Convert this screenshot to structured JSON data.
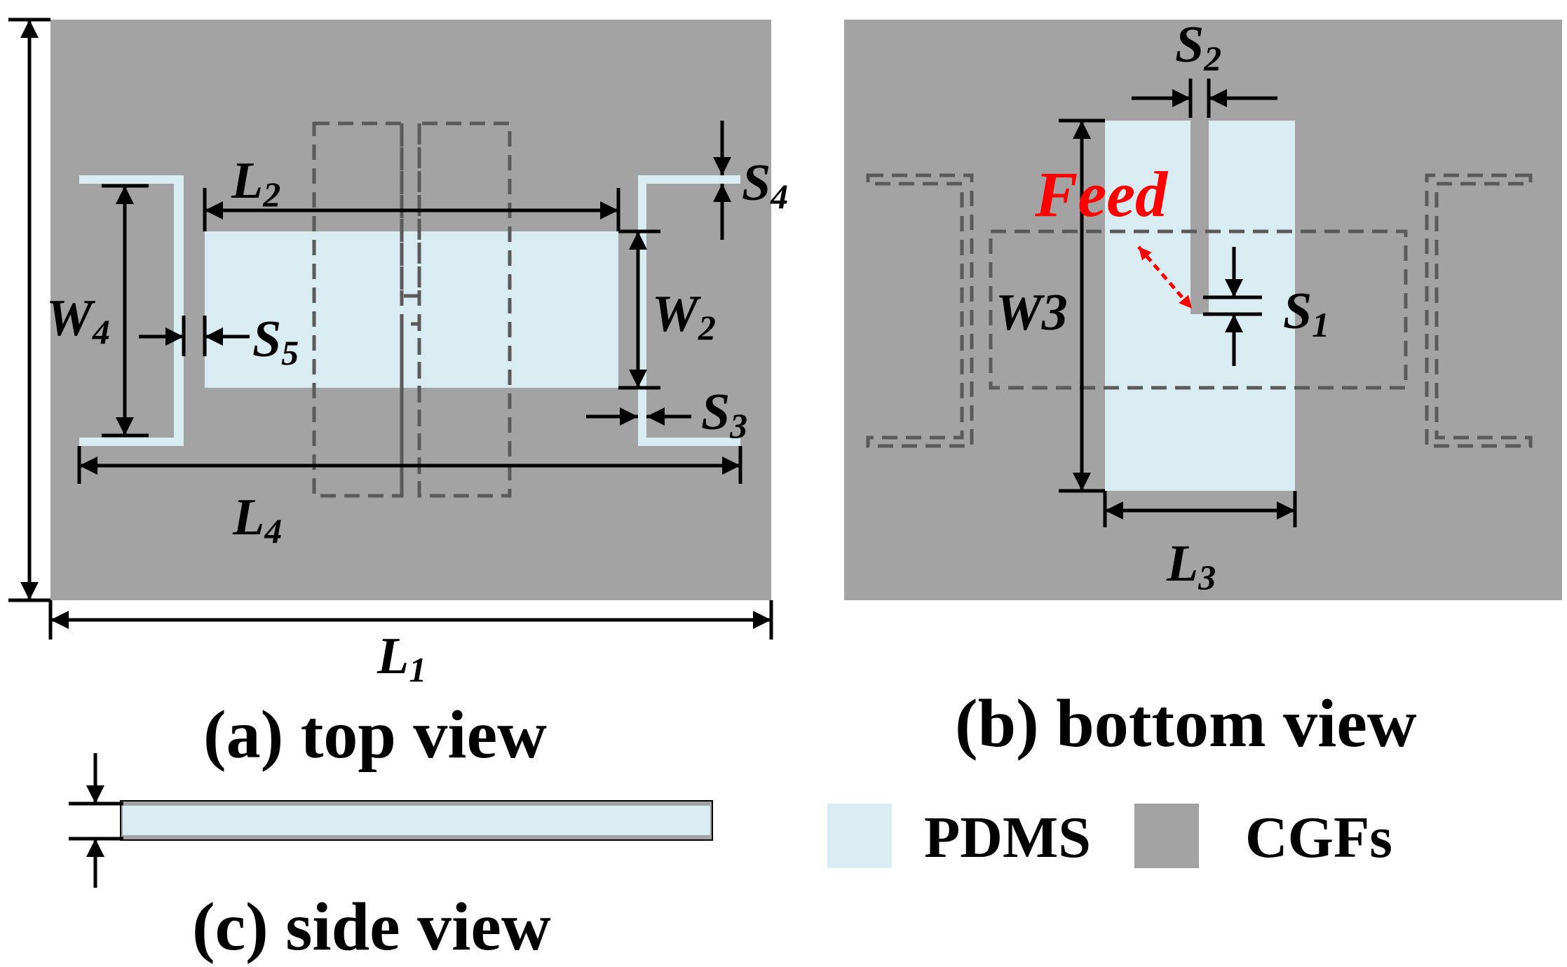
{
  "colors": {
    "cgf": "#a3a3a3",
    "pdms": "#d9ecf2",
    "feed": "#ff0000",
    "dashed": "#5a5a5a"
  },
  "labels": {
    "L1": {
      "main": "L",
      "sub": "1"
    },
    "L2": {
      "main": "L",
      "sub": "2"
    },
    "L3": {
      "main": "L",
      "sub": "3"
    },
    "L4": {
      "main": "L",
      "sub": "4"
    },
    "W2": {
      "main": "W",
      "sub": "2"
    },
    "W3": {
      "main": "W3"
    },
    "W4": {
      "main": "W",
      "sub": "4"
    },
    "S1": {
      "main": "S",
      "sub": "1"
    },
    "S2": {
      "main": "S",
      "sub": "2"
    },
    "S3": {
      "main": "S",
      "sub": "3"
    },
    "S4": {
      "main": "S",
      "sub": "4"
    },
    "S5": {
      "main": "S",
      "sub": "5"
    },
    "feed": "Feed"
  },
  "captions": {
    "top": "(a) top view",
    "bottom": "(b) bottom view",
    "side": "(c) side view"
  },
  "legend": [
    {
      "name": "PDMS",
      "color": "#d9ecf2"
    },
    {
      "name": "CGFs",
      "color": "#a3a3a3"
    }
  ]
}
